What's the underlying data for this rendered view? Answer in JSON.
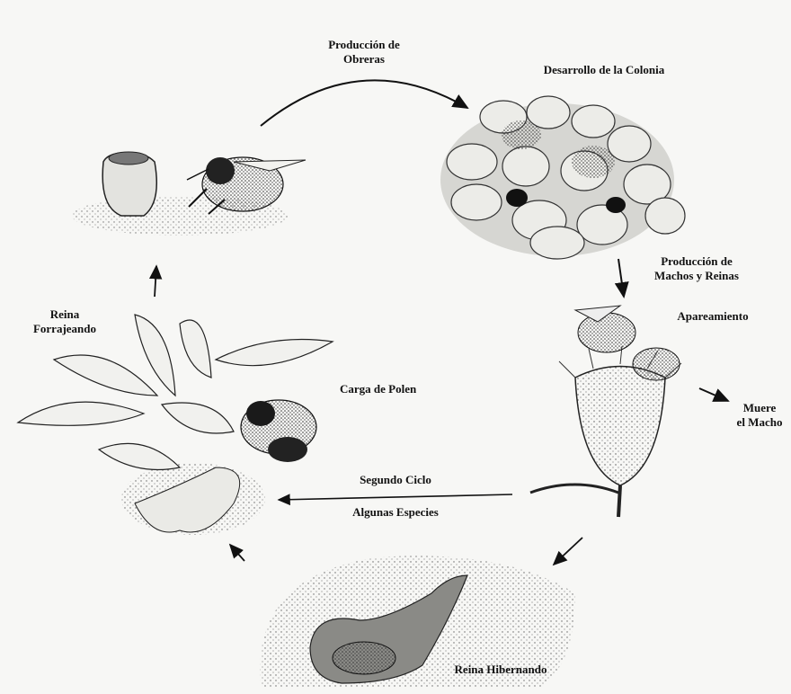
{
  "labels": {
    "produccion_obreras_1": "Producción de",
    "produccion_obreras_2": "Obreras",
    "desarrollo_colonia": "Desarrollo de la Colonia",
    "produccion_machos_1": "Producción de",
    "produccion_machos_2": "Machos y Reinas",
    "apareamiento": "Apareamiento",
    "muere_1": "Muere",
    "muere_2": "el Macho",
    "reina_forrajeando_1": "Reina",
    "reina_forrajeando_2": "Forrajeando",
    "carga_polen": "Carga de Polen",
    "segundo_ciclo": "Segundo Ciclo",
    "algunas_especies": "Algunas Especies",
    "reina_hibernando": "Reina Hibernando"
  },
  "illustrations": [
    "queen-with-honeypot",
    "colony-cocoons",
    "thistle-mating-bees",
    "plant-with-foraging-queen",
    "hibernating-queen-burrow"
  ]
}
